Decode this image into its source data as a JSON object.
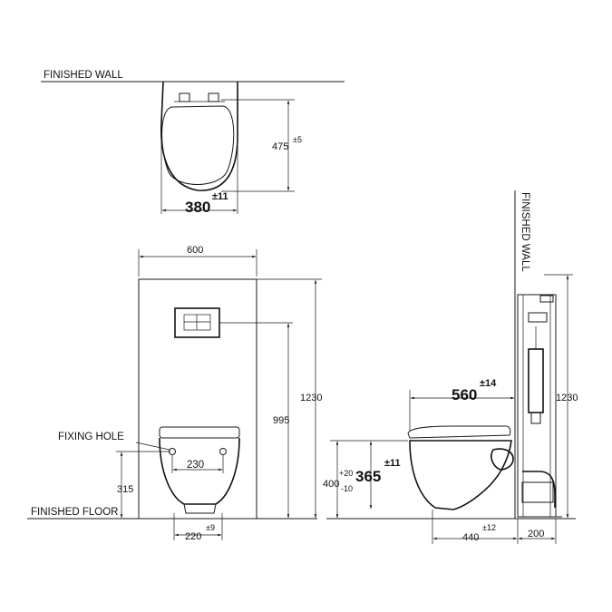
{
  "labels": {
    "finished_wall_top": "FINISHED WALL",
    "finished_wall_side": "FINISHED WALL",
    "finished_floor": "FINISHED FLOOR",
    "fixing_hole": "FIXING HOLE"
  },
  "top_view": {
    "depth": "475",
    "depth_tol": "±5",
    "width": "380",
    "width_tol": "±11"
  },
  "front_view": {
    "frame_width": "600",
    "frame_height": "1230",
    "button_height": "995",
    "hole_spacing": "230",
    "hole_height": "315",
    "outlet_width": "220",
    "outlet_tol": "±9"
  },
  "side_view": {
    "projection": "560",
    "projection_tol": "±14",
    "frame_height": "1230",
    "seat_height_400": "400",
    "seat_tol_plus": "+20",
    "seat_tol_minus": "-10",
    "bowl_height": "365",
    "bowl_tol": "±11",
    "outlet_dist": "440",
    "outlet_tol": "±12",
    "frame_depth": "200"
  }
}
